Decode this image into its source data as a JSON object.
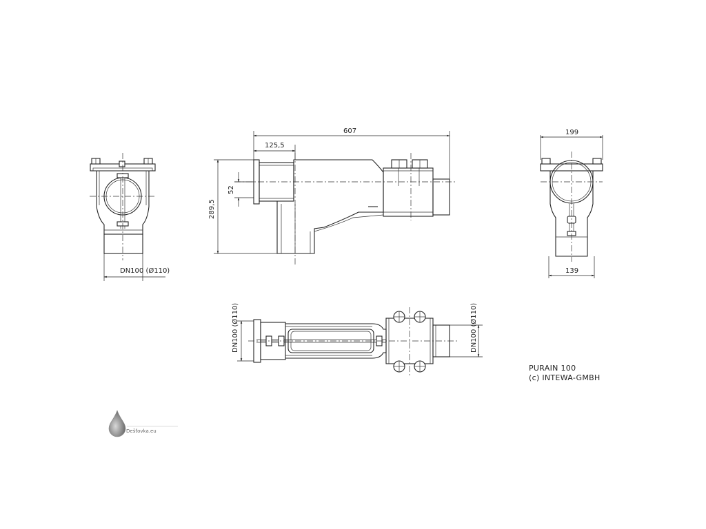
{
  "dimensions": {
    "top_length": "607",
    "inlet_offset": "125,5",
    "height": "289,5",
    "inlet_height": "52",
    "side_top_width": "199",
    "side_bottom_width": "139",
    "front_pipe": "DN100  (Ø110)",
    "plan_left_pipe": "DN100 (Ø110)",
    "plan_right_pipe": "DN100 (Ø110)"
  },
  "title_block": {
    "product": "PURAIN 100",
    "copyright": "(c) INTEWA-GMBH"
  },
  "watermark": {
    "text": "Dešťovka.eu",
    "icon": "water-drop-icon"
  }
}
